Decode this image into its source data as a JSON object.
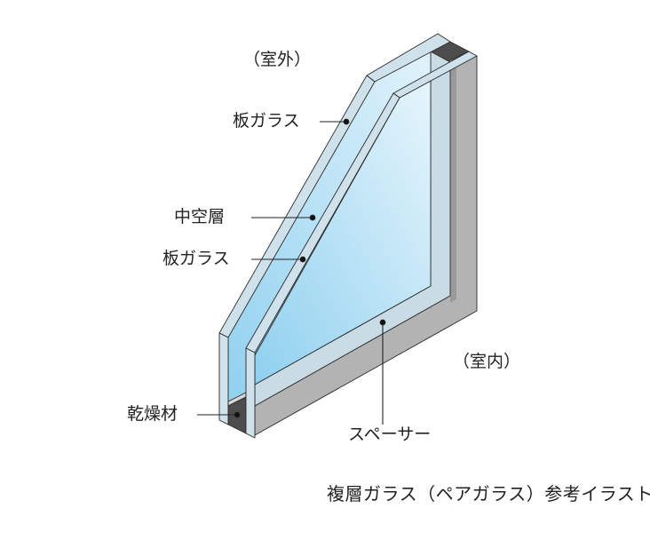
{
  "title": "複層ガラス（ペアガラス）参考イラスト",
  "labels": {
    "outdoor": "（室外）",
    "indoor": "（室内）",
    "outer_pane": "板ガラス",
    "air_layer": "中空層",
    "inner_pane": "板ガラス",
    "desiccant": "乾燥材",
    "spacer": "スペーサー"
  },
  "colors": {
    "glass_edge": "#cfe1ea",
    "glass_light": "#e3f3fb",
    "glass_deep": "#92d2f0",
    "spacer_face": "#c9dbe4",
    "spacer_body": "#b3b3b3",
    "desiccant": "#4d4d4d",
    "outline": "#2a2a2a"
  }
}
